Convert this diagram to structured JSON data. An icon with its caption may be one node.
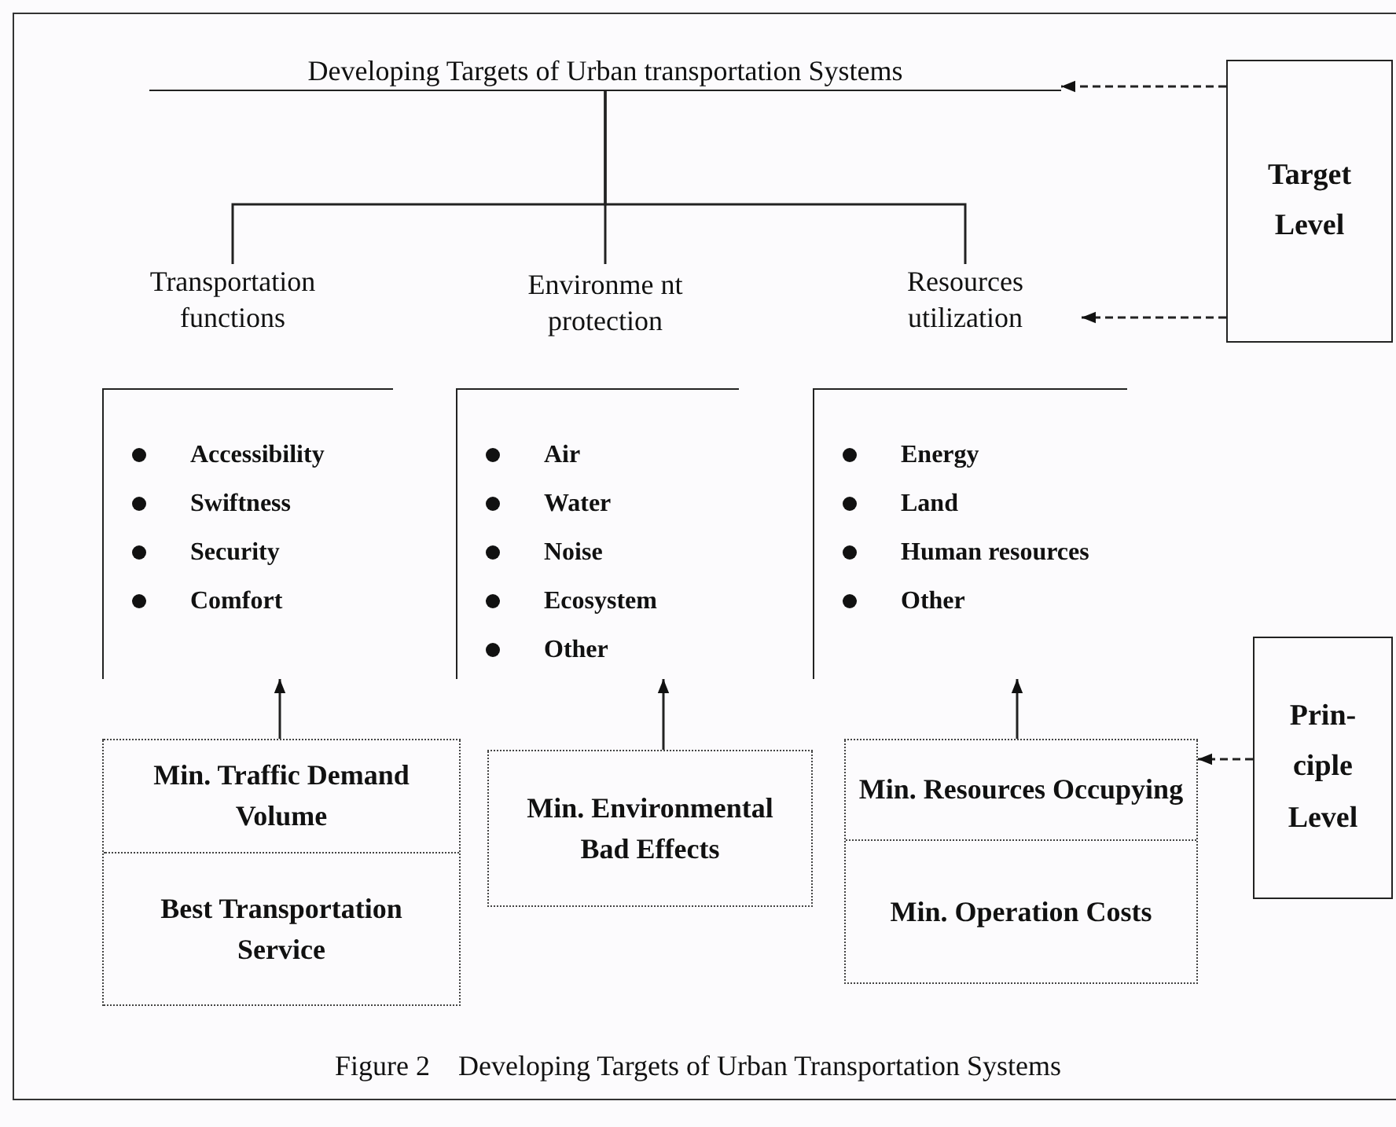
{
  "diagram": {
    "caption": "Figure 2    Developing Targets of Urban Transportation Systems",
    "nodes": [
      {
        "text": [
          "Developing Targets of Urban transportation Systems"
        ]
      },
      {
        "text": [
          "Transportation functions"
        ]
      },
      {
        "text": [
          "Environme nt protection"
        ]
      },
      {
        "text": [
          "Resources utilization"
        ]
      },
      {
        "text": [
          "Accessibility",
          "Swiftness",
          "Security",
          "Comfort"
        ]
      },
      {
        "text": [
          "Air",
          "Water",
          "Noise",
          "Ecosystem",
          "Other"
        ]
      },
      {
        "text": [
          "Energy",
          "Land",
          "Human resources",
          "Other"
        ]
      },
      {
        "text": [
          "Min. Traffic Demand Volume",
          "Best Transportation Service"
        ]
      },
      {
        "text": [
          "Min. Environmental Bad Effects"
        ]
      },
      {
        "text": [
          "Min. Resources Occupying",
          "Min. Operation Costs"
        ]
      },
      {
        "text": [
          "Target Level"
        ]
      },
      {
        "text": [
          "Prin- ciple Level"
        ]
      }
    ],
    "edges": [
      {
        "from": 0,
        "to": 1,
        "arrow": "none"
      },
      {
        "from": 0,
        "to": 2,
        "arrow": "none"
      },
      {
        "from": 0,
        "to": 3,
        "arrow": "none"
      },
      {
        "from": 7,
        "to": 4,
        "arrow": "to"
      },
      {
        "from": 8,
        "to": 5,
        "arrow": "to"
      },
      {
        "from": 9,
        "to": 6,
        "arrow": "to"
      },
      {
        "from": 10,
        "to": 0,
        "arrow": "to",
        "style": "dashed"
      },
      {
        "from": 10,
        "to": 3,
        "arrow": "to",
        "style": "dashed"
      },
      {
        "from": 11,
        "to": 9,
        "arrow": "to",
        "style": "dashed"
      }
    ]
  }
}
